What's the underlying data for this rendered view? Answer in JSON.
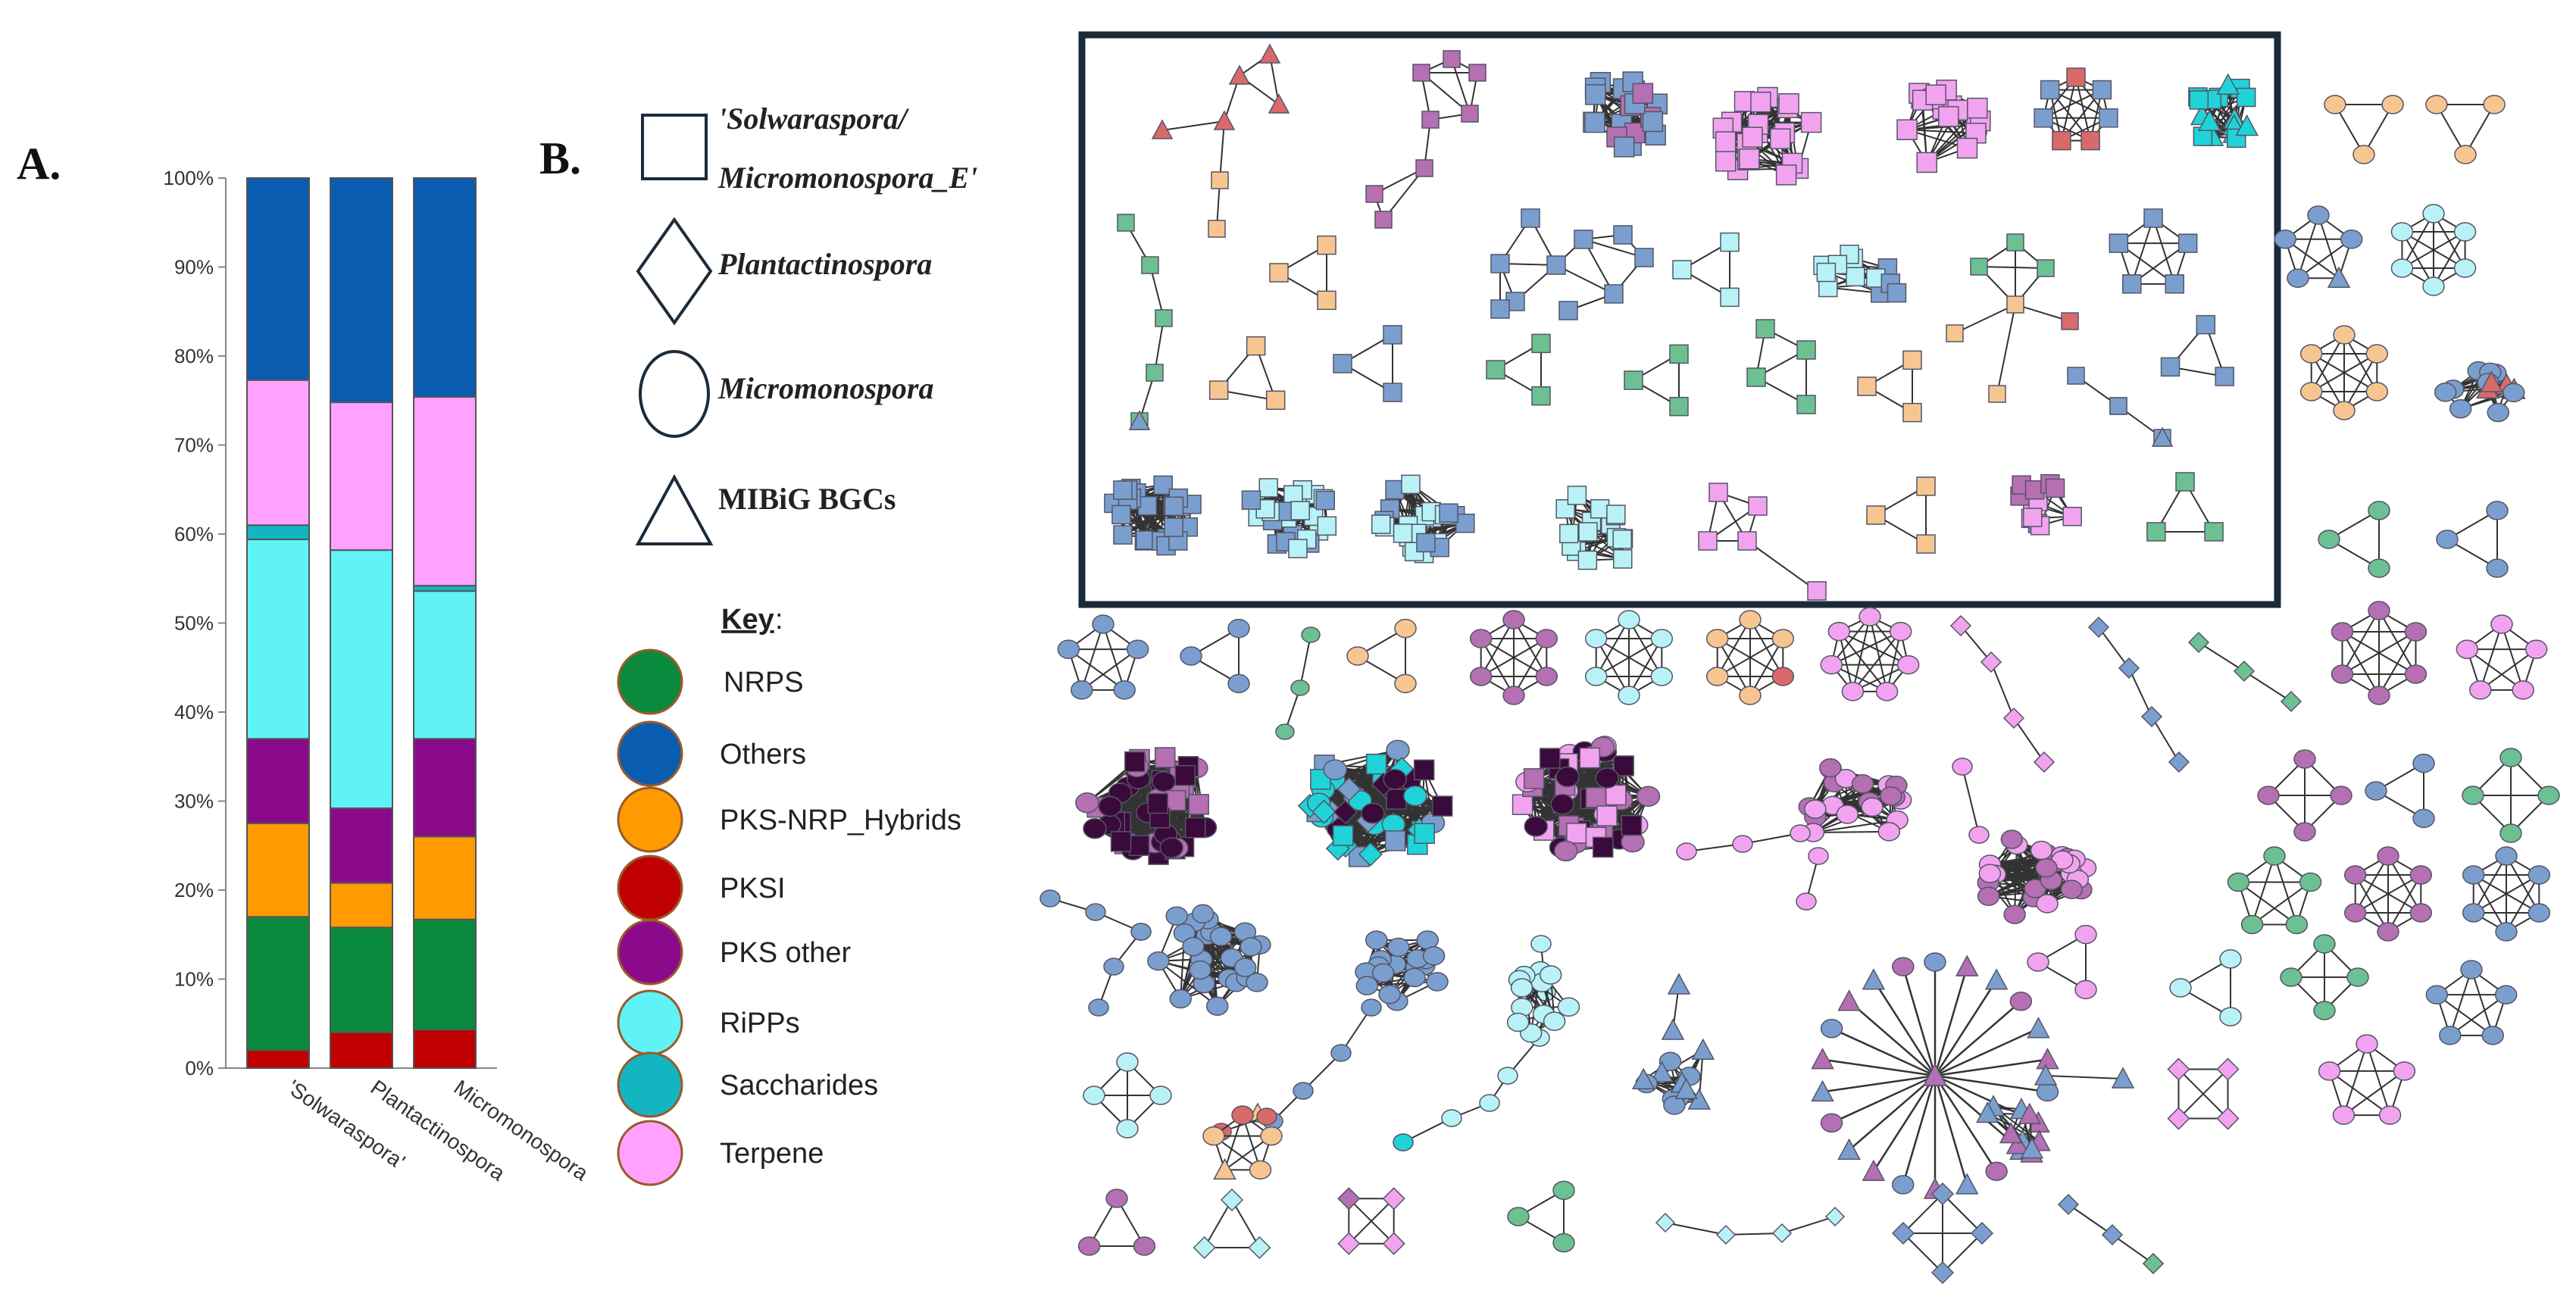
{
  "panel_a_label": "A.",
  "panel_b_label": "B.",
  "chart_data": {
    "type": "bar",
    "stacked": true,
    "percent": true,
    "categories": [
      "'Solwaraspora'",
      "Plantactinospora",
      "Micromonospora"
    ],
    "ylim": [
      0,
      100
    ],
    "yticks": [
      "0%",
      "10%",
      "20%",
      "30%",
      "40%",
      "50%",
      "60%",
      "70%",
      "80%",
      "90%",
      "100%"
    ],
    "grid": false,
    "legend": "none",
    "series": [
      {
        "name": "PKSI",
        "color": "#c00000",
        "values": [
          2,
          4,
          4.3
        ]
      },
      {
        "name": "NRPS",
        "color": "#0a8a3c",
        "values": [
          15,
          11.8,
          12.4
        ]
      },
      {
        "name": "PKS-NRP_Hybrids",
        "color": "#ff9a00",
        "values": [
          10.5,
          5,
          9.3
        ]
      },
      {
        "name": "PKS other",
        "color": "#8b0a8b",
        "values": [
          9.5,
          8.4,
          11
        ]
      },
      {
        "name": "RiPPs",
        "color": "#5ff3f7",
        "values": [
          22.4,
          29,
          16.6
        ]
      },
      {
        "name": "Saccharides",
        "color": "#13b5c0",
        "values": [
          1.6,
          0,
          0.6
        ]
      },
      {
        "name": "Terpene",
        "color": "#ffa2ff",
        "values": [
          16.3,
          16.6,
          21.2
        ]
      },
      {
        "name": "Others",
        "color": "#0a5cb0",
        "values": [
          22.7,
          25.2,
          24.6
        ]
      }
    ]
  },
  "shape_legend": [
    {
      "shape": "square",
      "label_line1": "'Solwaraspora/",
      "label_line2": "Micromonospora_E'"
    },
    {
      "shape": "diamond",
      "label": "Plantactinospora"
    },
    {
      "shape": "circle",
      "label": "Micromonospora"
    },
    {
      "shape": "triangle",
      "label": "MIBiG BGCs"
    }
  ],
  "key": {
    "title": "Key",
    "title_suffix": ":",
    "items": [
      {
        "label": "NRPS",
        "color": "#0a8a3c"
      },
      {
        "label": "Others",
        "color": "#0a5cb0"
      },
      {
        "label": "PKS-NRP_Hybrids",
        "color": "#ff9a00"
      },
      {
        "label": "PKSI",
        "color": "#c00000"
      },
      {
        "label": "PKS other",
        "color": "#8b0a8b"
      },
      {
        "label": "RiPPs",
        "color": "#5ff3f7"
      },
      {
        "label": "Saccharides",
        "color": "#13b5c0"
      },
      {
        "label": "Terpene",
        "color": "#ffa2ff"
      }
    ]
  },
  "network_colors": {
    "blue": "#7a9fcf",
    "orange": "#f7c690",
    "red": "#d96a6a",
    "green": "#6cc092",
    "pink": "#f2a3f0",
    "cyan": "#b8f2f7",
    "purple": "#b56fb3",
    "teal": "#1fd3d8",
    "dark": "#3a0a3a"
  }
}
